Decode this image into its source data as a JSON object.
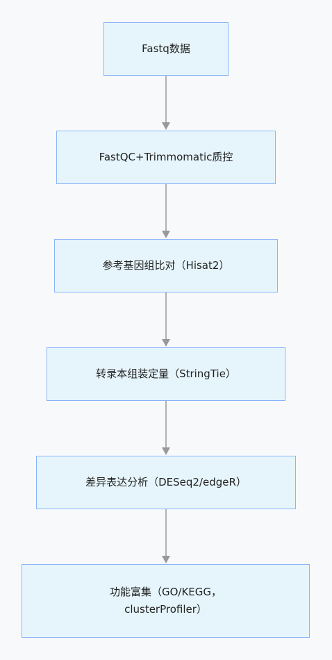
{
  "colors": {
    "background": "#f8f9fb",
    "node_fill": "#e6f5fc",
    "node_border": "#8ab4f8",
    "edge": "#999999",
    "text": "#222222"
  },
  "nodes": [
    {
      "label": "Fastq数据"
    },
    {
      "label": "FastQC+Trimmomatic质控"
    },
    {
      "label": "参考基因组比对（Hisat2）"
    },
    {
      "label": "转录本组装定量（StringTie）"
    },
    {
      "label": "差异表达分析（DESeq2/edgeR）"
    },
    {
      "label": "功能富集（GO/KEGG，\nclusterProfiler）"
    }
  ],
  "edges": [
    {
      "from": 0,
      "to": 1
    },
    {
      "from": 1,
      "to": 2
    },
    {
      "from": 2,
      "to": 3
    },
    {
      "from": 3,
      "to": 4
    },
    {
      "from": 4,
      "to": 5
    }
  ]
}
